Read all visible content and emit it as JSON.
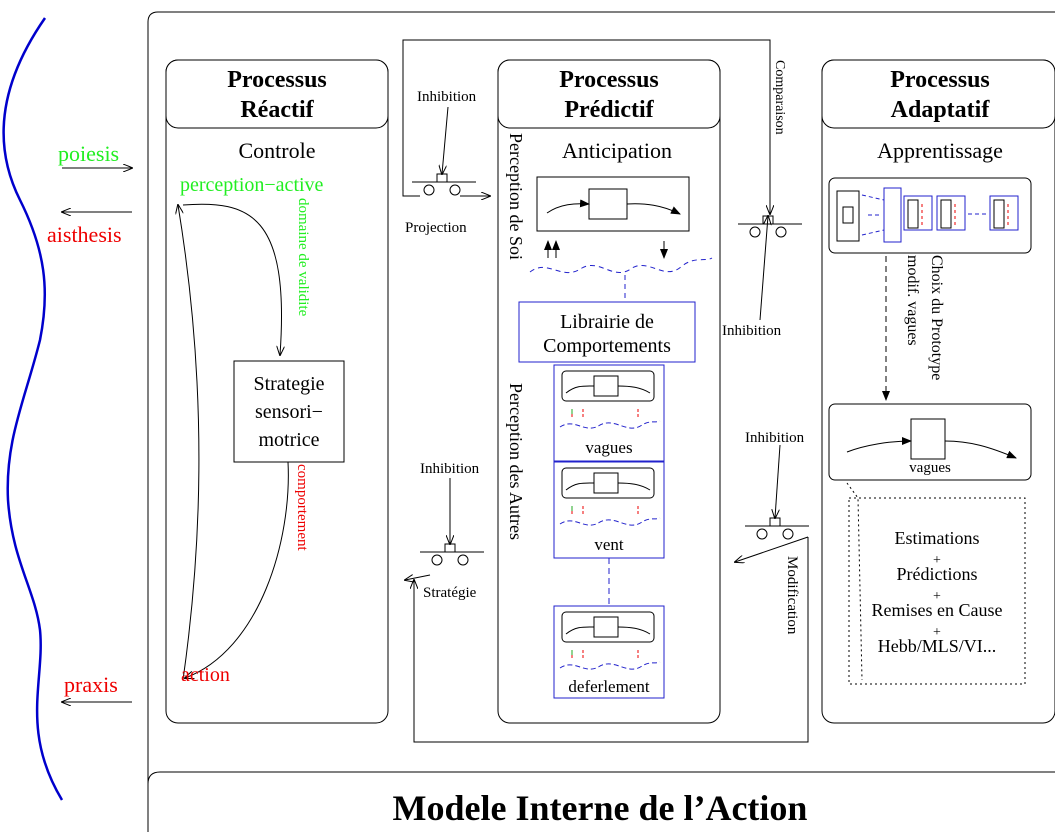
{
  "side": {
    "poiesis": "poiesis",
    "aisthesis": "aisthesis",
    "praxis": "praxis"
  },
  "footer": {
    "title": "Modele Interne de l’Action"
  },
  "reactive": {
    "title_line1": "Processus",
    "title_line2": "Réactif",
    "subtitle": "Controle",
    "perception_active": "perception−active",
    "domaine": "domaine de validite",
    "strategie_lines": [
      "Strategie",
      "sensori−",
      "motrice"
    ],
    "comportement": "comportement",
    "action": "action"
  },
  "predictive": {
    "title_line1": "Processus",
    "title_line2": "Prédictif",
    "subtitle": "Anticipation",
    "perception_soi": "Perception de Soi",
    "perception_autres": "Perception des Autres",
    "librairie_line1": "Librairie de",
    "librairie_line2": "Comportements",
    "behaviors": [
      "vagues",
      "vent",
      "deferlement"
    ]
  },
  "adaptive": {
    "title_line1": "Processus",
    "title_line2": "Adaptatif",
    "subtitle": "Apprentissage",
    "choix": "Choix du Prototype",
    "modif": "modif. vagues",
    "proto_label": "vagues",
    "notes": [
      "Estimations",
      "+",
      "Prédictions",
      "+",
      "Remises en Cause",
      "+",
      "Hebb/MLS/VI..."
    ]
  },
  "connectors": {
    "inhibition": "Inhibition",
    "projection": "Projection",
    "comparaison": "Comparaison",
    "strategie": "Stratégie",
    "modification": "Modification"
  },
  "colors": {
    "wave": "#0000cc",
    "green": "#22ee22",
    "red": "#ee0000",
    "blue": "#2222cc"
  }
}
